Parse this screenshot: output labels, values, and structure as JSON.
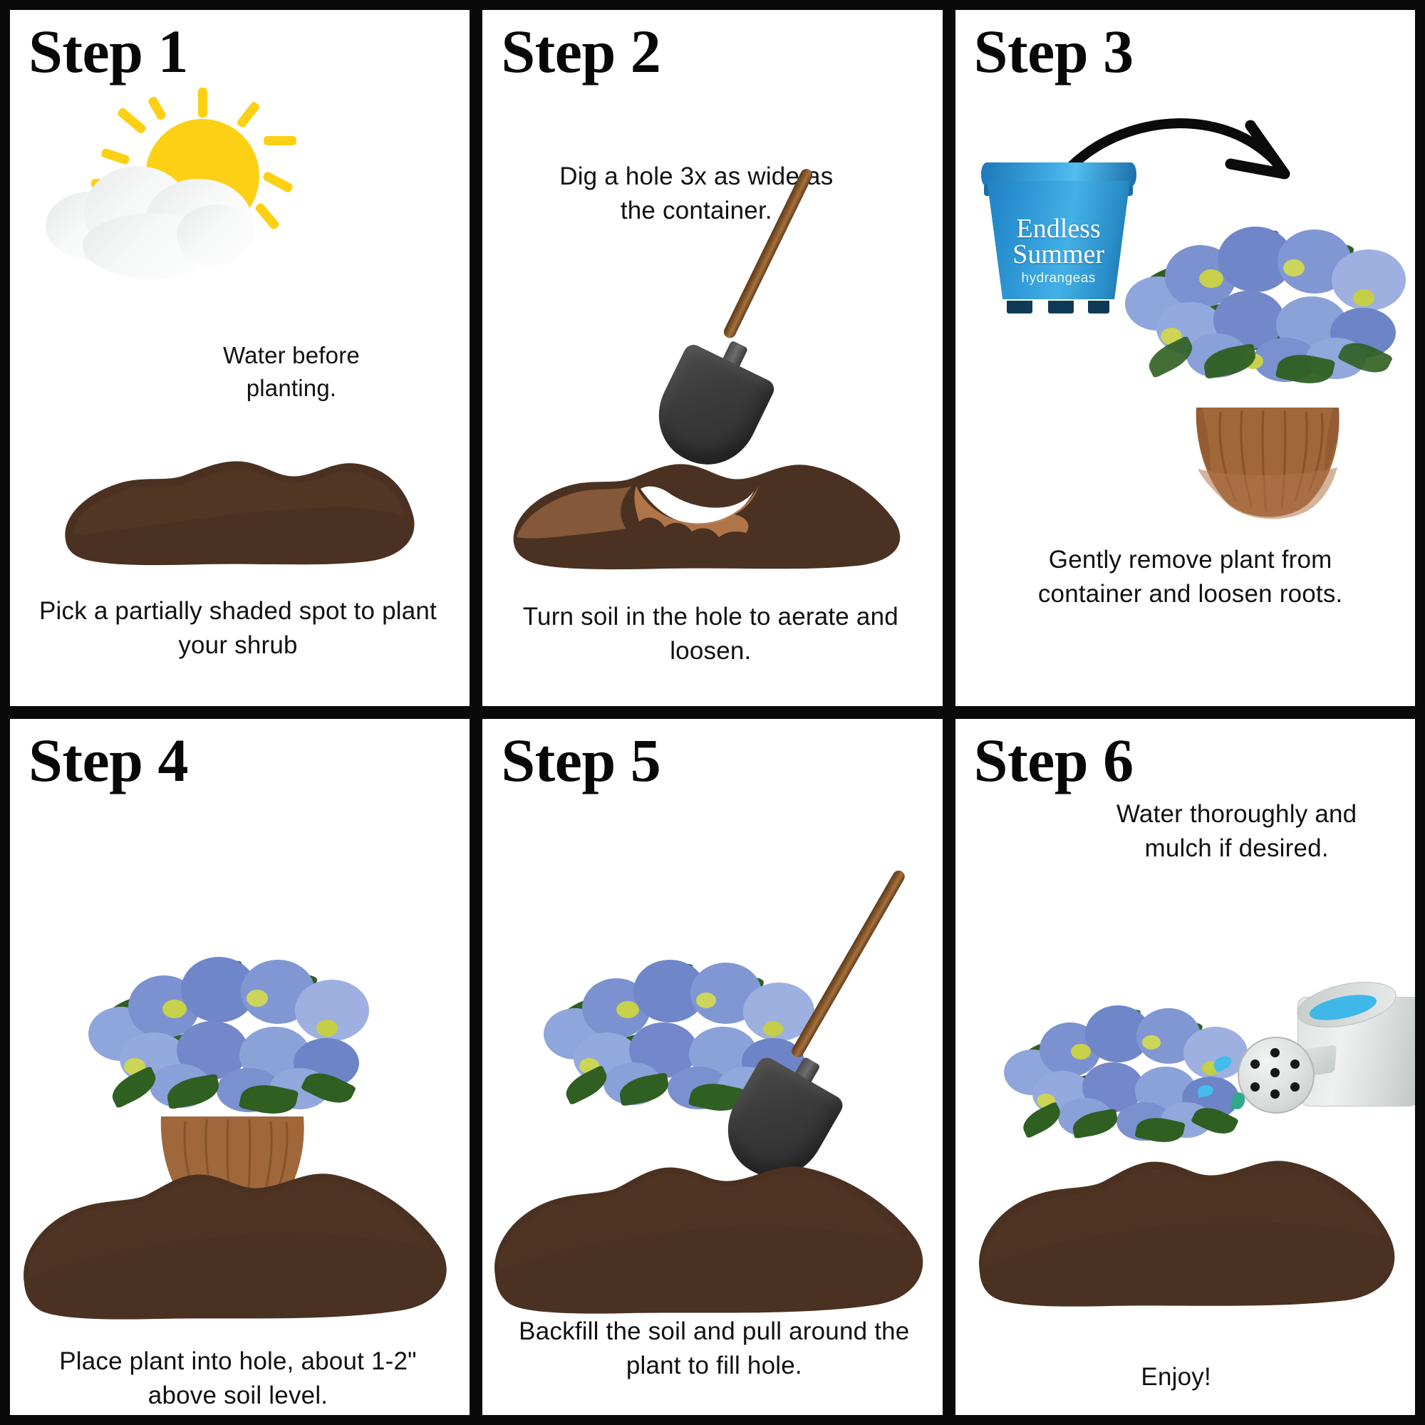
{
  "meta": {
    "doc_type": "planting-instructions-infographic",
    "panel_count": 6,
    "background_color": "#000000",
    "panel_color": "#ffffff"
  },
  "palette": {
    "border_black": "#0a0a0a",
    "text_black": "#111111",
    "soil_brown": "#4a3121",
    "soil_brown_light": "#b5784c",
    "sun_yellow": "#fcd014",
    "cloud_white": "#f3f4f4",
    "pot_blue": "#2e97d6",
    "pot_blue_dark": "#17699f",
    "bloom_blue": "#6f86c9",
    "bloom_blue_light": "#9db0e0",
    "leaf_green": "#2f5f21",
    "bud_yellow": "#c8d14a",
    "rootball_tan": "#a0673a",
    "shovel_gray": "#3b3b3b",
    "handle_brown": "#8a5a2c",
    "can_gray": "#dfe3e2",
    "water_blue": "#3fb7e9"
  },
  "panels": [
    {
      "id": "step-1",
      "title": "Step 1",
      "top_caption": "Water before planting.",
      "bottom_caption": "Pick a partially shaded spot to plant your shrub",
      "icons": [
        "sun-icon",
        "cloud-icon",
        "soil-mound-icon"
      ]
    },
    {
      "id": "step-2",
      "title": "Step 2",
      "top_caption": "Dig a hole 3x as wide as the container.",
      "bottom_caption": "Turn soil in the hole to aerate and loosen.",
      "icons": [
        "shovel-icon",
        "soil-mound-with-hole-icon"
      ]
    },
    {
      "id": "step-3",
      "title": "Step 3",
      "top_caption": "",
      "bottom_caption": "Gently remove plant from container and loosen roots.",
      "icons": [
        "curved-arrow-icon",
        "nursery-pot-icon",
        "hydrangea-plant-icon"
      ],
      "pot": {
        "brand_line1": "Endless",
        "brand_line2": "Summer",
        "brand_sub": "hydrangeas",
        "trademark": "™"
      }
    },
    {
      "id": "step-4",
      "title": "Step 4",
      "top_caption": "",
      "bottom_caption": "Place plant into hole, about 1-2\" above soil level.",
      "icons": [
        "hydrangea-plant-icon",
        "soil-mound-icon"
      ]
    },
    {
      "id": "step-5",
      "title": "Step 5",
      "top_caption": "",
      "bottom_caption": "Backfill the soil and pull around the plant to fill hole.",
      "icons": [
        "hydrangea-plant-icon",
        "shovel-icon",
        "soil-mound-icon"
      ]
    },
    {
      "id": "step-6",
      "title": "Step 6",
      "top_caption": "Water thoroughly and mulch if desired.",
      "bottom_caption": "Enjoy!",
      "icons": [
        "hydrangea-plant-icon",
        "watering-can-icon",
        "water-droplet-icon",
        "soil-mound-icon"
      ]
    }
  ]
}
